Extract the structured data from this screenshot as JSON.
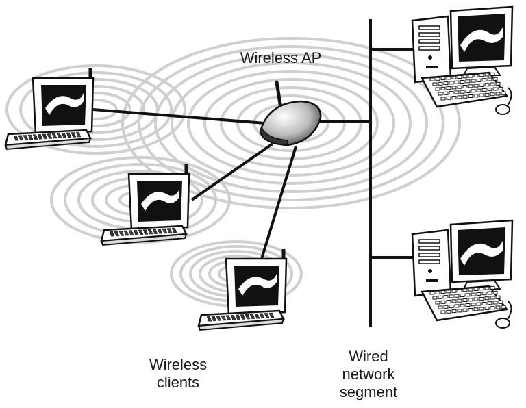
{
  "labels": {
    "access_point": "Wireless AP",
    "clients": "Wireless\nclients",
    "wired_segment": "Wired\nnetwork\nsegment"
  },
  "colors": {
    "line": "#111111",
    "wave": "#cfcfcf",
    "device_fill": "#ffffff",
    "screen_fill": "#111111"
  },
  "nodes": [
    {
      "id": "ap",
      "kind": "access-point-icon"
    },
    {
      "id": "laptop-1",
      "kind": "laptop-icon"
    },
    {
      "id": "laptop-2",
      "kind": "laptop-icon"
    },
    {
      "id": "laptop-3",
      "kind": "laptop-icon"
    },
    {
      "id": "desktop-1",
      "kind": "desktop-computer-icon"
    },
    {
      "id": "desktop-2",
      "kind": "desktop-computer-icon"
    }
  ],
  "links": [
    {
      "from": "laptop-1",
      "to": "ap",
      "type": "wireless"
    },
    {
      "from": "laptop-2",
      "to": "ap",
      "type": "wireless"
    },
    {
      "from": "laptop-3",
      "to": "ap",
      "type": "wireless"
    },
    {
      "from": "ap",
      "to": "wired-segment",
      "type": "wired"
    },
    {
      "from": "desktop-1",
      "to": "wired-segment",
      "type": "wired"
    },
    {
      "from": "desktop-2",
      "to": "wired-segment",
      "type": "wired"
    }
  ]
}
